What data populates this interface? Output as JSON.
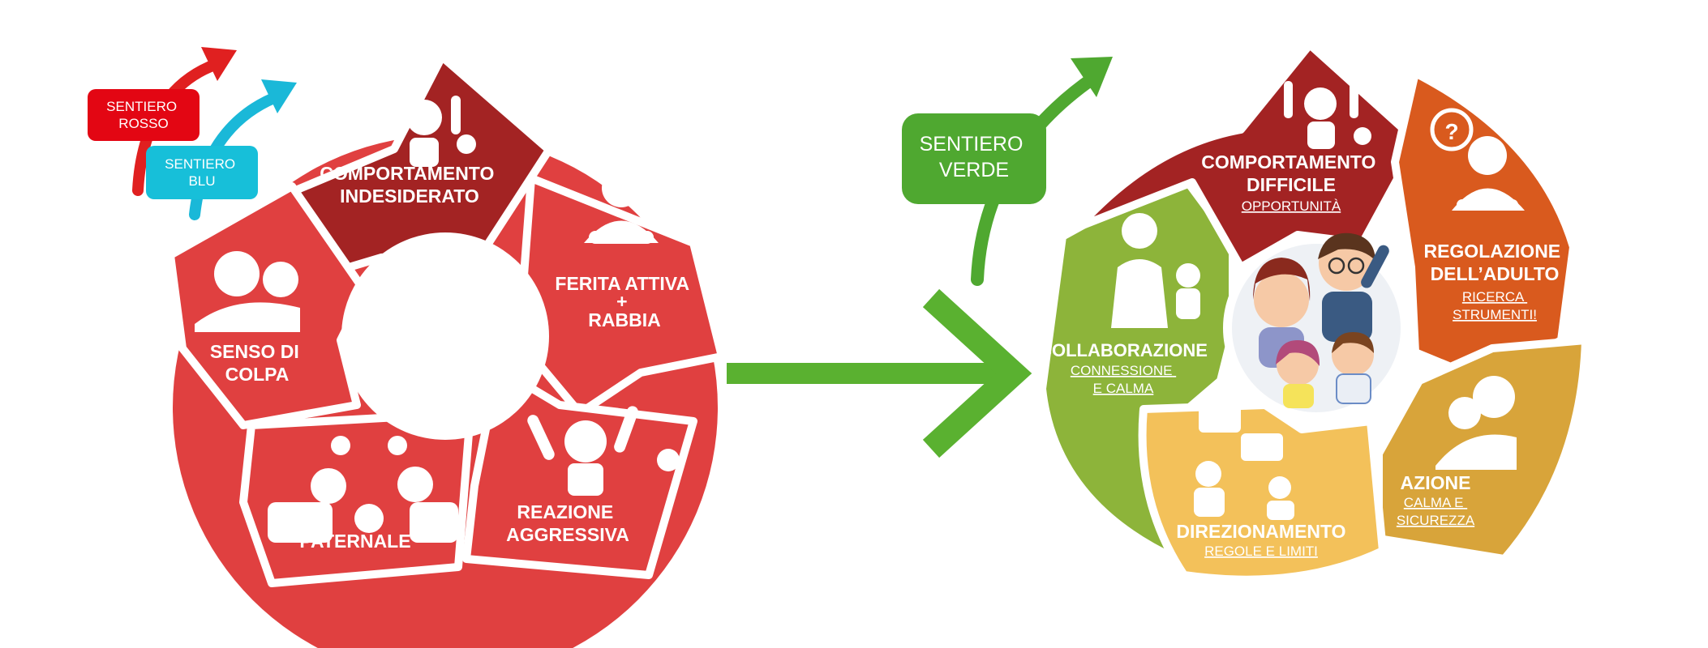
{
  "left_cycle": {
    "paths": {
      "red": "SENTIERO ROSSO",
      "blue": "SENTIERO BLU"
    },
    "segments": [
      {
        "id": "comportamento",
        "lines": [
          "COMPORTAMENTO",
          "INDESIDERATO"
        ],
        "color": "#a32323"
      },
      {
        "id": "ferita",
        "lines": [
          "FERITA ATTIVA",
          "+",
          "RABBIA"
        ],
        "color": "#e04040"
      },
      {
        "id": "reazione",
        "lines": [
          "REAZIONE",
          "AGGRESSIVA"
        ],
        "color": "#e04040"
      },
      {
        "id": "paternale",
        "lines": [
          "PATERNALE"
        ],
        "color": "#e04040"
      },
      {
        "id": "senso",
        "lines": [
          "SENSO DI",
          "COLPA"
        ],
        "color": "#e04040"
      }
    ]
  },
  "center_arrow_color": "#5ab130",
  "right_cycle": {
    "path": "SENTIERO VERDE",
    "segments": [
      {
        "id": "difficile",
        "lines": [
          "COMPORTAMENTO",
          "DIFFICILE"
        ],
        "sub": [
          "OPPORTUNITÀ"
        ],
        "color": "#a32323"
      },
      {
        "id": "regolazione",
        "lines": [
          "REGOLAZIONE",
          "DELL’ADULTO"
        ],
        "sub": [
          "RICERCA",
          "STRUMENTI!"
        ],
        "color": "#d95a1e"
      },
      {
        "id": "azione",
        "lines": [
          "AZIONE"
        ],
        "sub": [
          "CALMA E",
          "SICUREZZA"
        ],
        "color": "#d8a43a"
      },
      {
        "id": "direzionamento",
        "lines": [
          "DIREZIONAMENTO"
        ],
        "sub": [
          "REGOLE E LIMITI"
        ],
        "color": "#f3c15a"
      },
      {
        "id": "collaborazione",
        "lines": [
          "COLLABORAZIONE"
        ],
        "sub": [
          "CONNESSIONE",
          "E CALMA"
        ],
        "color": "#8db43a"
      }
    ]
  }
}
